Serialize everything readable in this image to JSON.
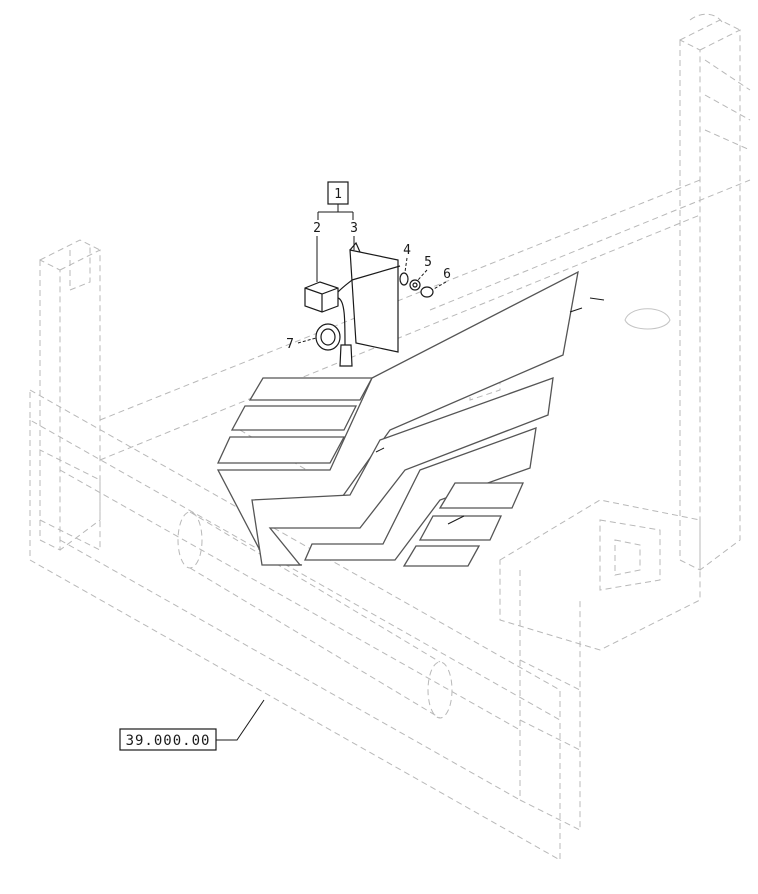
{
  "diagram": {
    "kit_callout": "1",
    "part_callouts": [
      "2",
      "3",
      "4",
      "5",
      "6",
      "7"
    ],
    "reference_label": "39.000.00"
  }
}
